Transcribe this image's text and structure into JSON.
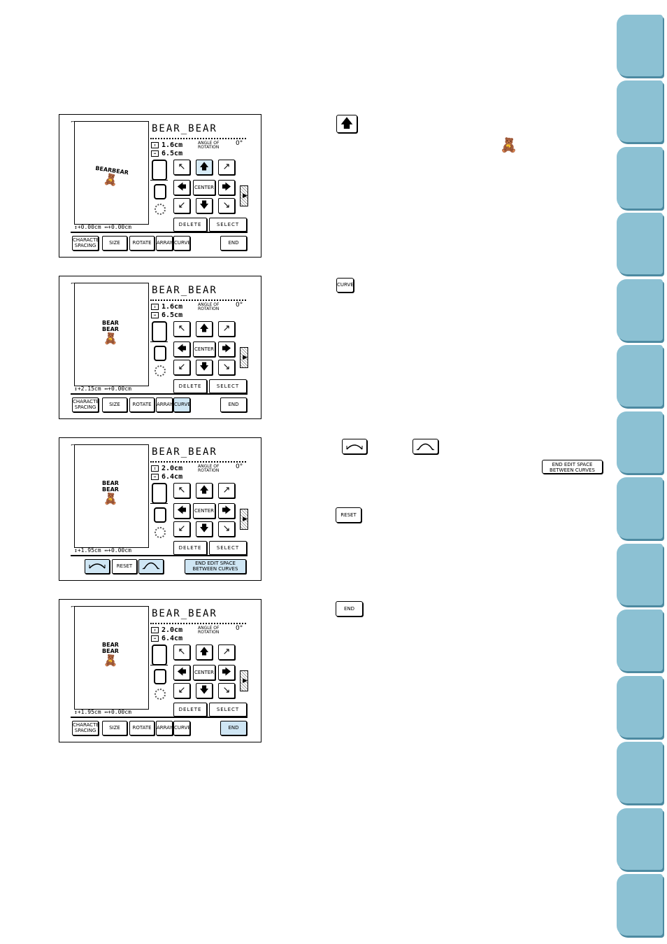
{
  "screens": [
    {
      "title": "BEAR_BEAR",
      "height_value": "1.6cm",
      "width_value": "6.5cm",
      "angle_label_1": "ANGLE OF",
      "angle_label_2": "ROTATION",
      "angle_value": "0°",
      "status_text": "↕+0.00cm ↔+0.00cm",
      "bear_text": "BEARBEAR",
      "highlighted_arrow": "up",
      "bottom_buttons": [
        "CHARACTER SPACING",
        "SIZE",
        "ROTATE",
        "ARRAY",
        "CURVE",
        "END"
      ],
      "highlighted_bottom": ""
    },
    {
      "title": "BEAR_BEAR",
      "height_value": "1.6cm",
      "width_value": "6.5cm",
      "angle_label_1": "ANGLE OF",
      "angle_label_2": "ROTATION",
      "angle_value": "0°",
      "status_text": "↕+2.15cm ↔+0.00cm",
      "bear_text": "BEAR BEAR",
      "highlighted_arrow": "",
      "bottom_buttons": [
        "CHARACTER SPACING",
        "SIZE",
        "ROTATE",
        "ARRAY",
        "CURVE",
        "END"
      ],
      "highlighted_bottom": "CURVE"
    },
    {
      "title": "BEAR_BEAR",
      "height_value": "2.0cm",
      "width_value": "6.4cm",
      "angle_label_1": "ANGLE OF",
      "angle_label_2": "ROTATION",
      "angle_value": "0°",
      "status_text": "↕+1.95cm ↔+0.00cm",
      "bear_text": "BEAR BEAR",
      "highlighted_arrow": "",
      "curve_buttons": {
        "reset": "RESET",
        "end_edit_1": "END EDIT SPACE",
        "end_edit_2": "BETWEEN CURVES"
      }
    },
    {
      "title": "BEAR_BEAR",
      "height_value": "2.0cm",
      "width_value": "6.4cm",
      "angle_label_1": "ANGLE OF",
      "angle_label_2": "ROTATION",
      "angle_value": "0°",
      "status_text": "↕+1.95cm ↔+0.00cm",
      "bear_text": "BEAR BEAR",
      "highlighted_arrow": "",
      "bottom_buttons": [
        "CHARACTER SPACING",
        "SIZE",
        "ROTATE",
        "ARRAY",
        "CURVE",
        "END"
      ],
      "highlighted_bottom": "END"
    }
  ],
  "common": {
    "center_label": "CENTER",
    "delete_label": "DELETE",
    "select_label": "SELECT",
    "bottom_labels": {
      "char_1": "CHARACTER",
      "char_2": "SPACING",
      "size": "SIZE",
      "rotate": "ROTATE",
      "array": "ARRAY",
      "curve": "CURVE",
      "end": "END"
    }
  },
  "instructions": {
    "curve_label": "CURVE",
    "reset_label": "RESET",
    "end_label": "END",
    "end_edit_1": "END EDIT SPACE",
    "end_edit_2": "BETWEEN CURVES"
  },
  "icons": {
    "up_arrow": "up-arrow-icon",
    "teddy": "teddy-bear-icon",
    "curve_less": "curve-decrease-icon",
    "curve_more": "curve-increase-icon"
  },
  "colors": {
    "tab": "#8cc1d3",
    "tab_shadow": "#4d8aa1",
    "highlight": "#cfe6f4"
  }
}
